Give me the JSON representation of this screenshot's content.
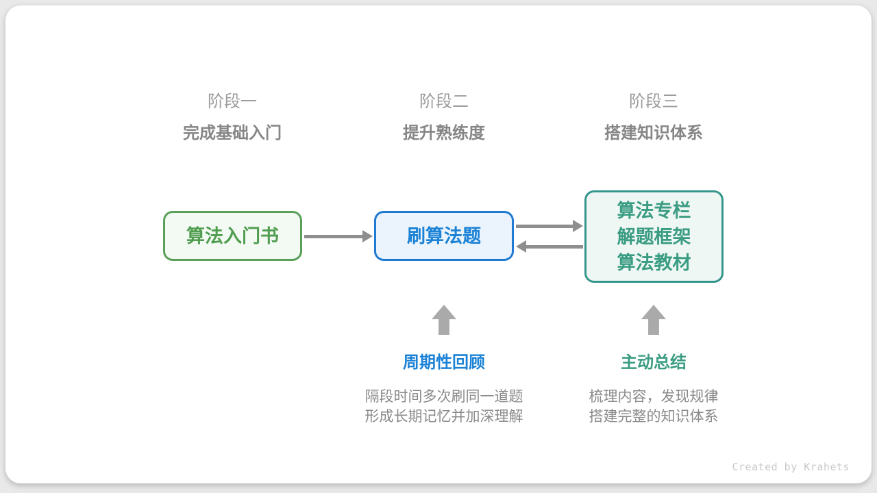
{
  "page": {
    "credit": "Created by Krahets"
  },
  "stages": [
    {
      "label": "阶段一",
      "subtitle": "完成基础入门"
    },
    {
      "label": "阶段二",
      "subtitle": "提升熟练度"
    },
    {
      "label": "阶段三",
      "subtitle": "搭建知识体系"
    }
  ],
  "nodes": [
    {
      "lines": [
        "算法入门书"
      ],
      "color": "green"
    },
    {
      "lines": [
        "刷算法题"
      ],
      "color": "blue"
    },
    {
      "lines": [
        "算法专栏",
        "解题框架",
        "算法教材"
      ],
      "color": "teal"
    }
  ],
  "connections": [
    {
      "from": "算法入门书",
      "to": "刷算法题",
      "direction": "right"
    },
    {
      "from": "刷算法题",
      "to": "算法专栏/解题框架/算法教材",
      "direction": "right"
    },
    {
      "from": "算法专栏/解题框架/算法教材",
      "to": "刷算法题",
      "direction": "left"
    }
  ],
  "annotations": [
    {
      "title": "周期性回顾",
      "desc_lines": [
        "隔段时间多次刷同一道题",
        "形成长期记忆并加深理解"
      ],
      "points_to": "刷算法题",
      "color": "blue"
    },
    {
      "title": "主动总结",
      "desc_lines": [
        "梳理内容，发现规律",
        "搭建完整的知识体系"
      ],
      "points_to": "算法专栏/解题框架/算法教材",
      "color": "teal"
    }
  ],
  "icons": {
    "flow_arrow": "→",
    "up_arrow": "↑"
  },
  "colors": {
    "green_border": "#5aa05a",
    "green_text": "#4f9d4f",
    "green_fill": "#f3f9f3",
    "blue_border": "#1e7ad2",
    "blue_text": "#1b82d6",
    "blue_fill": "#ebf4fc",
    "teal_border": "#35968c",
    "teal_text": "#3a9c82",
    "teal_fill": "#eff7f4",
    "flow_arrow": "#8e8e8e",
    "block_arrow": "#aaaaaa",
    "stage_label": "#9c9c9c",
    "stage_subtitle": "#868686",
    "description": "#8a8a8a",
    "credit": "#c9c9c9",
    "card_bg": "#ffffff",
    "page_bg": "#e9e9e9"
  }
}
